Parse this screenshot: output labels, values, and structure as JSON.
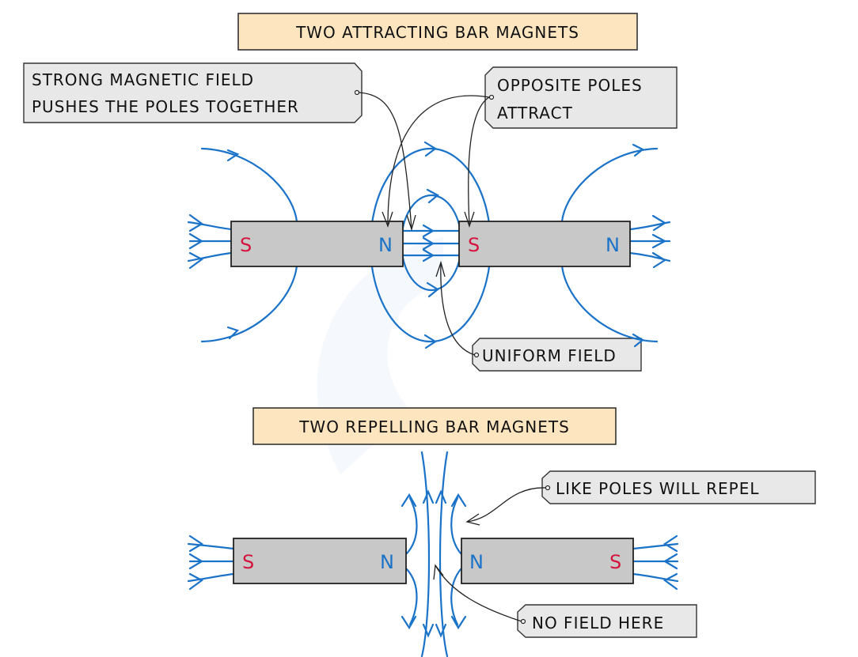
{
  "colors": {
    "field_line": "#1a73c8",
    "south_pole": "#d4143c",
    "north_pole": "#1a73c8",
    "title_fill": "#fde5c0",
    "tag_fill": "#e8e8e8",
    "magnet_fill": "#c8c8c8"
  },
  "attracting": {
    "title": "TWO ATTRACTING BAR MAGNETS",
    "labels": {
      "strong_field_line1": "STRONG MAGNETIC FIELD",
      "strong_field_line2": "PUSHES THE POLES TOGETHER",
      "opposite_line1": "OPPOSITE POLES",
      "opposite_line2": "ATTRACT",
      "uniform": "UNIFORM FIELD"
    },
    "magnets": [
      {
        "left_pole": "S",
        "right_pole": "N"
      },
      {
        "left_pole": "S",
        "right_pole": "N"
      }
    ]
  },
  "repelling": {
    "title": "TWO REPELLING BAR MAGNETS",
    "labels": {
      "like_poles": "LIKE POLES WILL REPEL",
      "no_field": "NO FIELD HERE"
    },
    "magnets": [
      {
        "left_pole": "S",
        "right_pole": "N"
      },
      {
        "left_pole": "N",
        "right_pole": "S"
      }
    ]
  }
}
